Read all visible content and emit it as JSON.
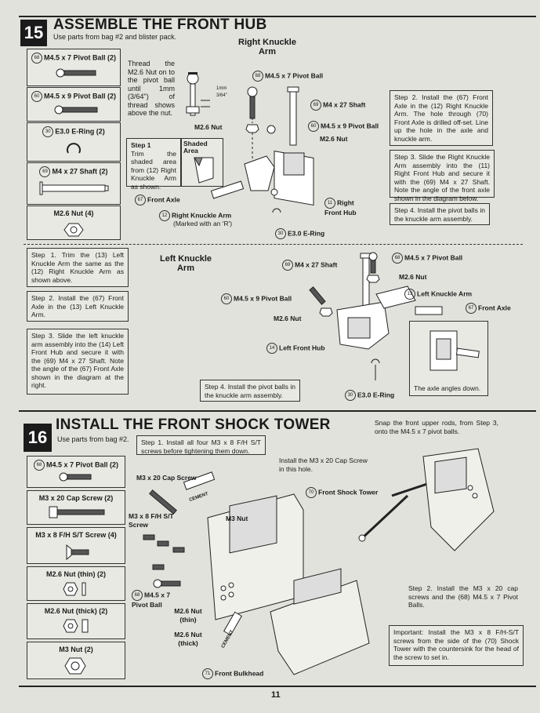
{
  "section15": {
    "number": "15",
    "title": "ASSEMBLE THE FRONT HUB",
    "subtitle": "Use parts from bag #2 and blister pack.",
    "parts": [
      {
        "id": "68",
        "label": "M4.5 x 7 Pivot Ball (2)"
      },
      {
        "id": "60",
        "label": "M4.5 x 9 Pivot Ball (2)"
      },
      {
        "id": "30",
        "label": "E3.0 E-Ring (2)"
      },
      {
        "id": "69",
        "label": "M4 x 27 Shaft (2)"
      },
      {
        "id": "",
        "label": "M2.6 Nut (4)"
      }
    ],
    "thread_note": "Thread the M2.6 Nut on to the pivot ball until 1mm (3/64\") of thread shows above the nut.",
    "dim_1mm": "1mm",
    "dim_frac": "3/64\"",
    "right_title": "Right Knuckle Arm",
    "step1_title": "Step 1",
    "step1_text": "Trim the shaded area from (12) Right Knuckle Arm as shown.",
    "shaded_area": "Shaded Area",
    "right_labels": {
      "pivot7": "M4.5 x 7 Pivot Ball",
      "shaft": "M4 x 27 Shaft",
      "pivot9": "M4.5 x 9 Pivot Ball",
      "nut_a": "M2.6 Nut",
      "nut_b": "M2.6 Nut",
      "axle": "Front Axle",
      "arm": "Right Knuckle Arm",
      "arm_note": "(Marked with an 'R')",
      "hub": "Right Front Hub",
      "ering": "E3.0 E-Ring"
    },
    "nums": {
      "n68": "68",
      "n69": "69",
      "n60": "60",
      "n67": "67",
      "n12": "12",
      "n11": "11",
      "n30": "30",
      "n13": "13",
      "n14": "14"
    },
    "step2_right": "Step 2. Install the (67) Front Axle in the (12) Right Knuckle Arm. The hole through (70) Front Axle is drilled off-set. Line up the hole in the axle and knuckle arm.",
    "step3_right": "Step 3. Slide the Right Knuckle Arm assembly into the (11) Right Front Hub and secure it with the (69) M4 x 27 Shaft. Note the angle of the front axle shown in the diagram below.",
    "step4_right": "Step 4. Install the pivot balls in the knuckle arm assembly.",
    "left_title": "Left Knuckle Arm",
    "step1_left": "Step 1. Trim the (13) Left Knuckle Arm the same as the (12) Right Knuckle Arm as shown above.",
    "step2_left": "Step 2. Install the (67) Front Axle in the (13) Left Knuckle Arm.",
    "step3_left": "Step 3. Slide the left knuckle arm assembly into the (14) Left Front Hub and secure it with the (69) M4 x 27 Shaft. Note the angle of the (67) Front Axle shown in the diagram at the right.",
    "left_labels": {
      "shaft": "M4 x 27 Shaft",
      "pivot7": "M4.5 x 7 Pivot Ball",
      "nut_a": "M2.6 Nut",
      "pivot9": "M4.5 x 9 Pivot Ball",
      "arm": "Left Knuckle Arm",
      "nut_b": "M2.6 Nut",
      "axle": "Front Axle",
      "hub": "Left Front Hub",
      "ering": "E3.0 E-Ring"
    },
    "step4_left": "Step 4. Install the pivot balls in the knuckle arm assembly.",
    "axle_note": "The axle angles down."
  },
  "section16": {
    "number": "16",
    "title": "INSTALL THE FRONT SHOCK TOWER",
    "subtitle": "Use parts from bag #2.",
    "parts": [
      {
        "id": "68",
        "label": "M4.5 x 7 Pivot Ball (2)"
      },
      {
        "id": "",
        "label": "M3 x 20 Cap Screw (2)"
      },
      {
        "id": "",
        "label": "M3 x 8 F/H S/T Screw (4)"
      },
      {
        "id": "",
        "label": "M2.6 Nut (thin) (2)"
      },
      {
        "id": "",
        "label": "M2.6 Nut (thick) (2)"
      },
      {
        "id": "",
        "label": "M3 Nut (2)"
      }
    ],
    "step1": "Step 1. Install all four M3 x 8 F/H S/T screws before tightening them down.",
    "install_note": "Install the M3 x 20 Cap Screw in this hole.",
    "snap_note": "Snap the front upper rods, from Step 3, onto the M4.5 x 7 pivot balls.",
    "labels": {
      "cap": "M3 x 20 Cap Screw",
      "cement_a": "CEMENT",
      "fh": "M3 x 8 F/H S/T Screw",
      "m3nut": "M3 Nut",
      "tower": "Front Shock Tower",
      "pivot": "M4.5 x 7 Pivot Ball",
      "nut_thin": "M2.6 Nut (thin)",
      "nut_thick": "M2.6 Nut (thick)",
      "cement_b": "CEMENT",
      "bulkhead": "Front Bulkhead"
    },
    "nums": {
      "n70": "70",
      "n68": "68",
      "n71": "71"
    },
    "step2": "Step 2. Install the M3 x 20 cap screws and the (68) M4.5 x 7 Pivot Balls.",
    "important": "Important: Install the M3 x 8 F/H-S/T screws from the side of the (70) Shock Tower with the countersink for the head of the screw to set in."
  },
  "page_number": "11"
}
